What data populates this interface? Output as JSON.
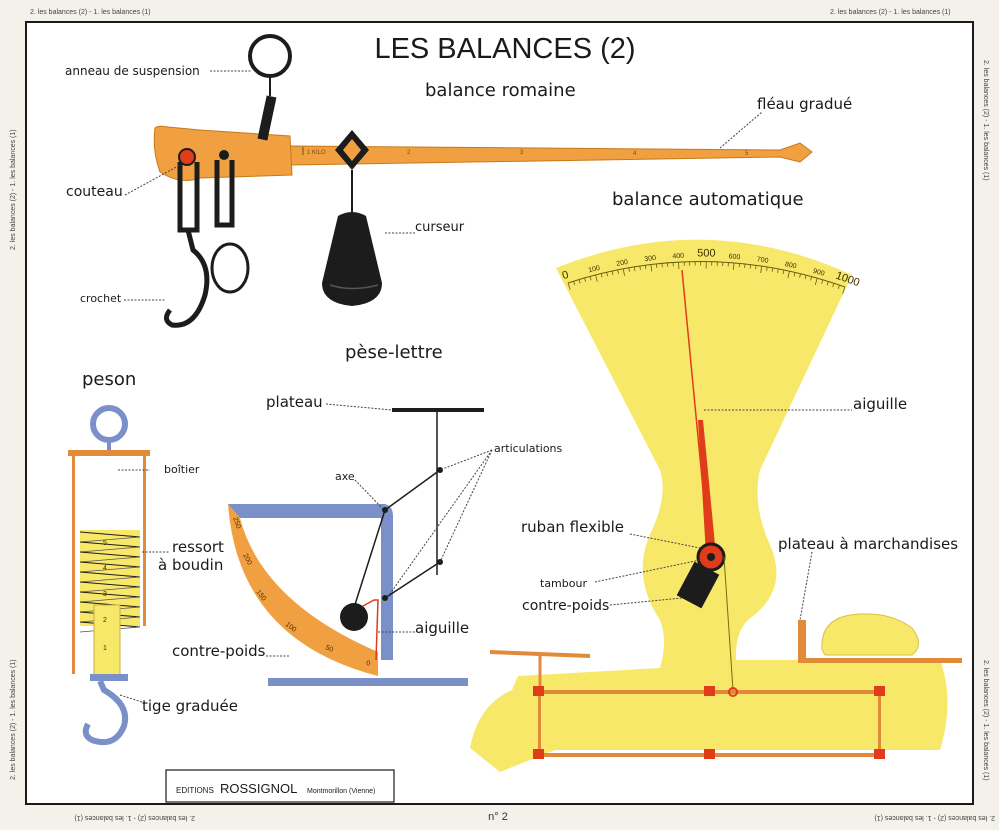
{
  "edge_text": {
    "top": "2. les balances (2) - 1. les balances (1)",
    "bottom": "2. les balances (2) - 1. les balances (1)",
    "page_number": "n° 2"
  },
  "title": "LES BALANCES (2)",
  "sections": {
    "romaine": {
      "title": "balance romaine",
      "labels": {
        "anneau": "anneau de suspension",
        "couteau": "couteau",
        "crochet": "crochet",
        "curseur": "curseur",
        "fleau": "fléau gradué"
      },
      "beam_marks": [
        "1 KILO",
        "2",
        "3",
        "4",
        "5"
      ]
    },
    "automatique": {
      "title": "balance automatique",
      "scale_ticks": [
        "0",
        "100",
        "200",
        "300",
        "400",
        "500",
        "600",
        "700",
        "800",
        "900",
        "1000"
      ],
      "labels": {
        "aiguille": "aiguille",
        "ruban": "ruban flexible",
        "tambour": "tambour",
        "contre_poids": "contre-poids",
        "plateau": "plateau à marchandises"
      }
    },
    "peson": {
      "title": "peson",
      "labels": {
        "boitier": "boîtier",
        "ressort1": "ressort",
        "ressort2": "à boudin",
        "tige": "tige graduée"
      },
      "tube_marks": [
        "1",
        "2",
        "3",
        "4",
        "5"
      ]
    },
    "pese_lettre": {
      "title": "pèse-lettre",
      "labels": {
        "plateau": "plateau",
        "articulations": "articulations",
        "axe": "axe",
        "aiguille": "aiguille",
        "contre_poids": "contre-poids"
      },
      "arc_ticks": [
        "250",
        "200",
        "150",
        "100",
        "50",
        "0"
      ]
    }
  },
  "publisher": {
    "prefix": "EDITIONS",
    "name": "ROSSIGNOL",
    "place": "Montmorillon (Vienne)"
  },
  "colors": {
    "orange": "#f0a040",
    "yellow": "#f8e86a",
    "red": "#e03c1a",
    "blue": "#7b8fc9",
    "dark": "#1c1c1c"
  }
}
